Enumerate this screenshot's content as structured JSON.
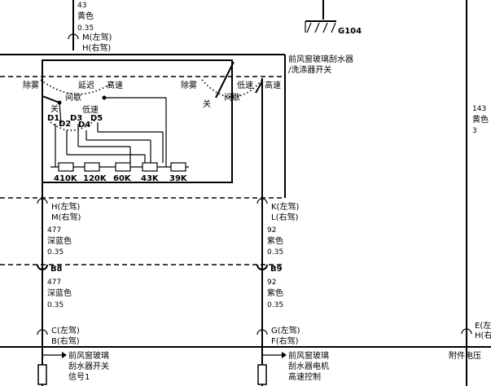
{
  "top_wire": {
    "number": "43",
    "color": "黄色",
    "gauge": "0.35",
    "pin_lhd": "M(左驾)",
    "pin_rhd": "H(右驾)"
  },
  "ground": {
    "label": "G104"
  },
  "switch": {
    "title_line1": "前风窗玻璃刮水器",
    "title_line2": "/洗涤器开关",
    "left_positions": {
      "mist": "除雾",
      "delay": "延迟",
      "high": "高速",
      "off": "关",
      "intermittent": "间歇",
      "low": "低速"
    },
    "right_positions": {
      "mist": "除雾",
      "low": "低速",
      "high": "高速",
      "off": "关",
      "intermittent": "间歇"
    },
    "diodes": [
      "D1",
      "D2",
      "D3",
      "D4",
      "D5"
    ],
    "resistors": [
      "410K",
      "120K",
      "60K",
      "43K",
      "39K"
    ]
  },
  "right_edge": {
    "number": "143",
    "color": "黄色",
    "pin": "3",
    "lhd_partial": "E(左",
    "rhd_partial": "H(右"
  },
  "left_branch": {
    "pin_lhd": "H(左驾)",
    "pin_rhd": "M(右驾)",
    "wire1_number": "477",
    "wire1_color": "深蓝色",
    "wire1_gauge": "0.35",
    "connector": "B8",
    "wire2_number": "477",
    "wire2_color": "深蓝色",
    "wire2_gauge": "0.35",
    "bottom_pin_lhd": "C(左驾)",
    "bottom_pin_rhd": "B(右驾)",
    "dest_line1": "前风窗玻璃",
    "dest_line2": "刮水器开关",
    "dest_line3": "信号1"
  },
  "right_branch": {
    "pin_lhd": "K(左驾)",
    "pin_rhd": "L(右驾)",
    "wire1_number": "92",
    "wire1_color": "紫色",
    "wire1_gauge": "0.35",
    "connector": "B9",
    "wire2_number": "92",
    "wire2_color": "紫色",
    "wire2_gauge": "0.35",
    "bottom_pin_lhd": "G(左驾)",
    "bottom_pin_rhd": "F(右驾)",
    "dest_line1": "前风窗玻璃",
    "dest_line2": "刮水器电机",
    "dest_line3": "高速控制"
  },
  "accessory": {
    "label": "附件电压"
  }
}
